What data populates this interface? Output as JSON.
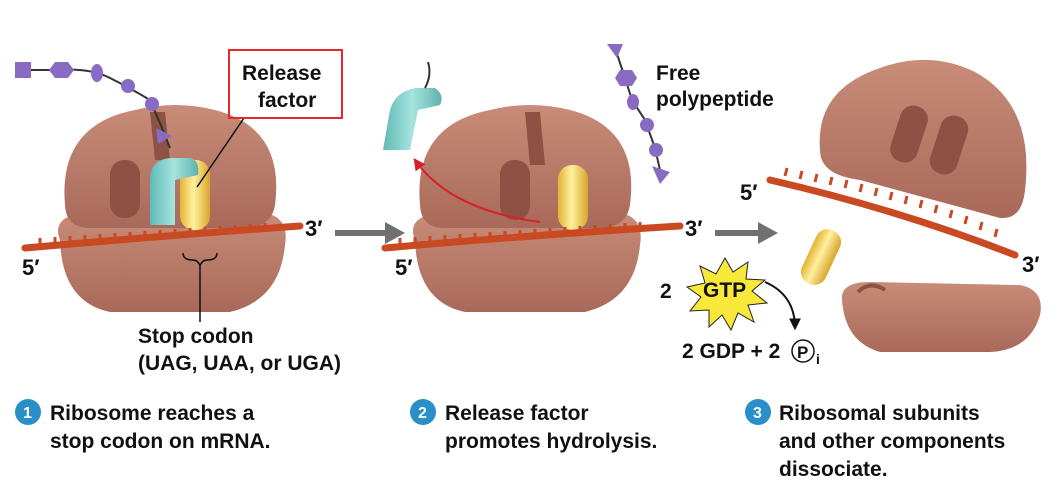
{
  "labels": {
    "release_factor_line1": "Release",
    "release_factor_line2": "factor",
    "stop_codon_line1": "Stop codon",
    "stop_codon_line2": "(UAG, UAA, or UGA)",
    "free_polypeptide_line1": "Free",
    "free_polypeptide_line2": "polypeptide",
    "three_prime": "3′",
    "five_prime": "5′",
    "gtp_count": "2",
    "gtp": "GTP",
    "gdp_products_text": "2 GDP + 2",
    "phosphate_symbol": "P",
    "phosphate_subscript": "i"
  },
  "steps": [
    {
      "number": "1",
      "line1": "Ribosome reaches a",
      "line2": "stop codon on mRNA.",
      "line3": ""
    },
    {
      "number": "2",
      "line1": "Release factor",
      "line2": "promotes hydrolysis.",
      "line3": ""
    },
    {
      "number": "3",
      "line1": "Ribosomal subunits",
      "line2": "and other components",
      "line3": "dissociate."
    }
  ],
  "colors": {
    "ribosome": "#b97a68",
    "mrna": "#c94a22",
    "release_factor": "#7fd0cc",
    "trna": "#f0cf52",
    "polypeptide": "#8a6bc4",
    "gtp_burst": "#f7e83a",
    "step_badge": "#2a8fc8",
    "highlight_box": "#e8272b",
    "arrow": "#707070"
  },
  "icons": {
    "step_badge": "circle-number-icon",
    "process_arrow": "right-arrow-icon",
    "gtp_burst": "starburst-icon"
  }
}
